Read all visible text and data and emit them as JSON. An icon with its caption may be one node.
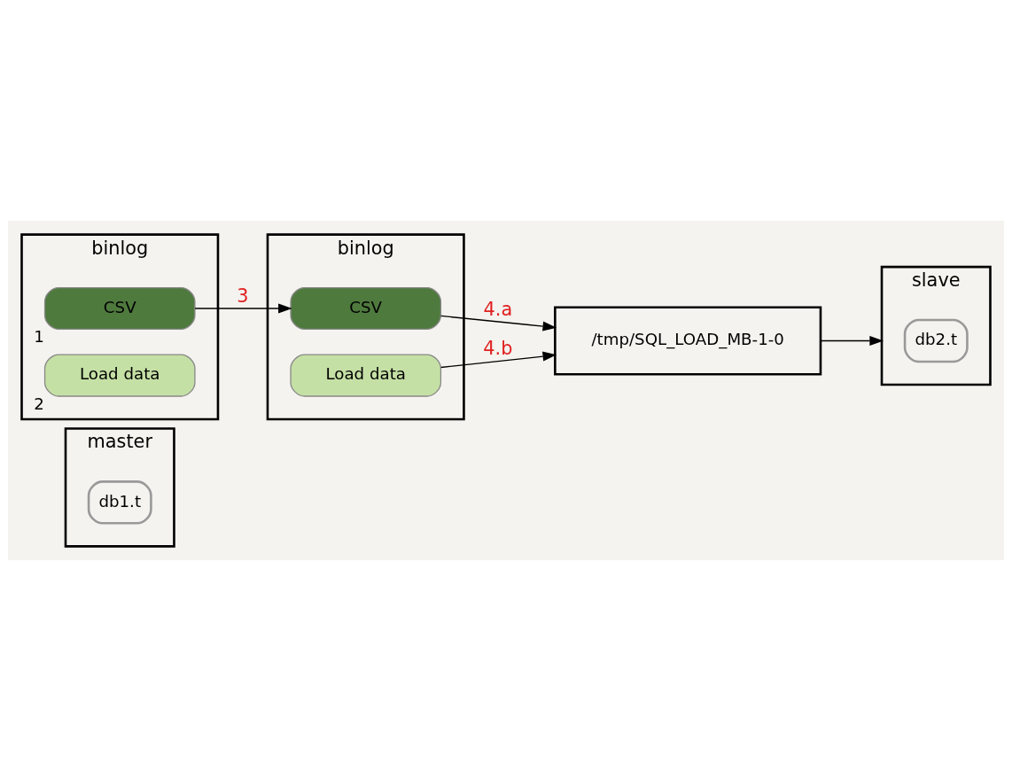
{
  "diagram": {
    "nodes": [
      {
        "text": [
          "master"
        ]
      },
      {
        "text": [
          "db1.t"
        ],
        "in": 0
      },
      {
        "text": [
          "slave"
        ]
      },
      {
        "text": [
          "db2.t"
        ],
        "in": 2
      },
      {
        "text": [
          "binlog"
        ]
      },
      {
        "text": [
          "CSV"
        ],
        "in": 4,
        "beside": [
          "1"
        ]
      },
      {
        "text": [
          "Load data"
        ],
        "in": 4,
        "beside": [
          "2"
        ]
      },
      {
        "text": [
          "binlog"
        ]
      },
      {
        "text": [
          "CSV"
        ],
        "in": 7
      },
      {
        "text": [
          "Load data"
        ],
        "in": 7
      },
      {
        "text": [
          "/tmp/SQL_LOAD_MB-1-0"
        ]
      }
    ],
    "edges": [
      {
        "from": 5,
        "to": 8,
        "arrow": "to",
        "label": "3"
      },
      {
        "from": 8,
        "to": 10,
        "arrow": "to",
        "label": "4.a"
      },
      {
        "from": 9,
        "to": 10,
        "arrow": "to",
        "label": "4.b"
      },
      {
        "from": 10,
        "to": 2,
        "arrow": "to"
      }
    ]
  }
}
